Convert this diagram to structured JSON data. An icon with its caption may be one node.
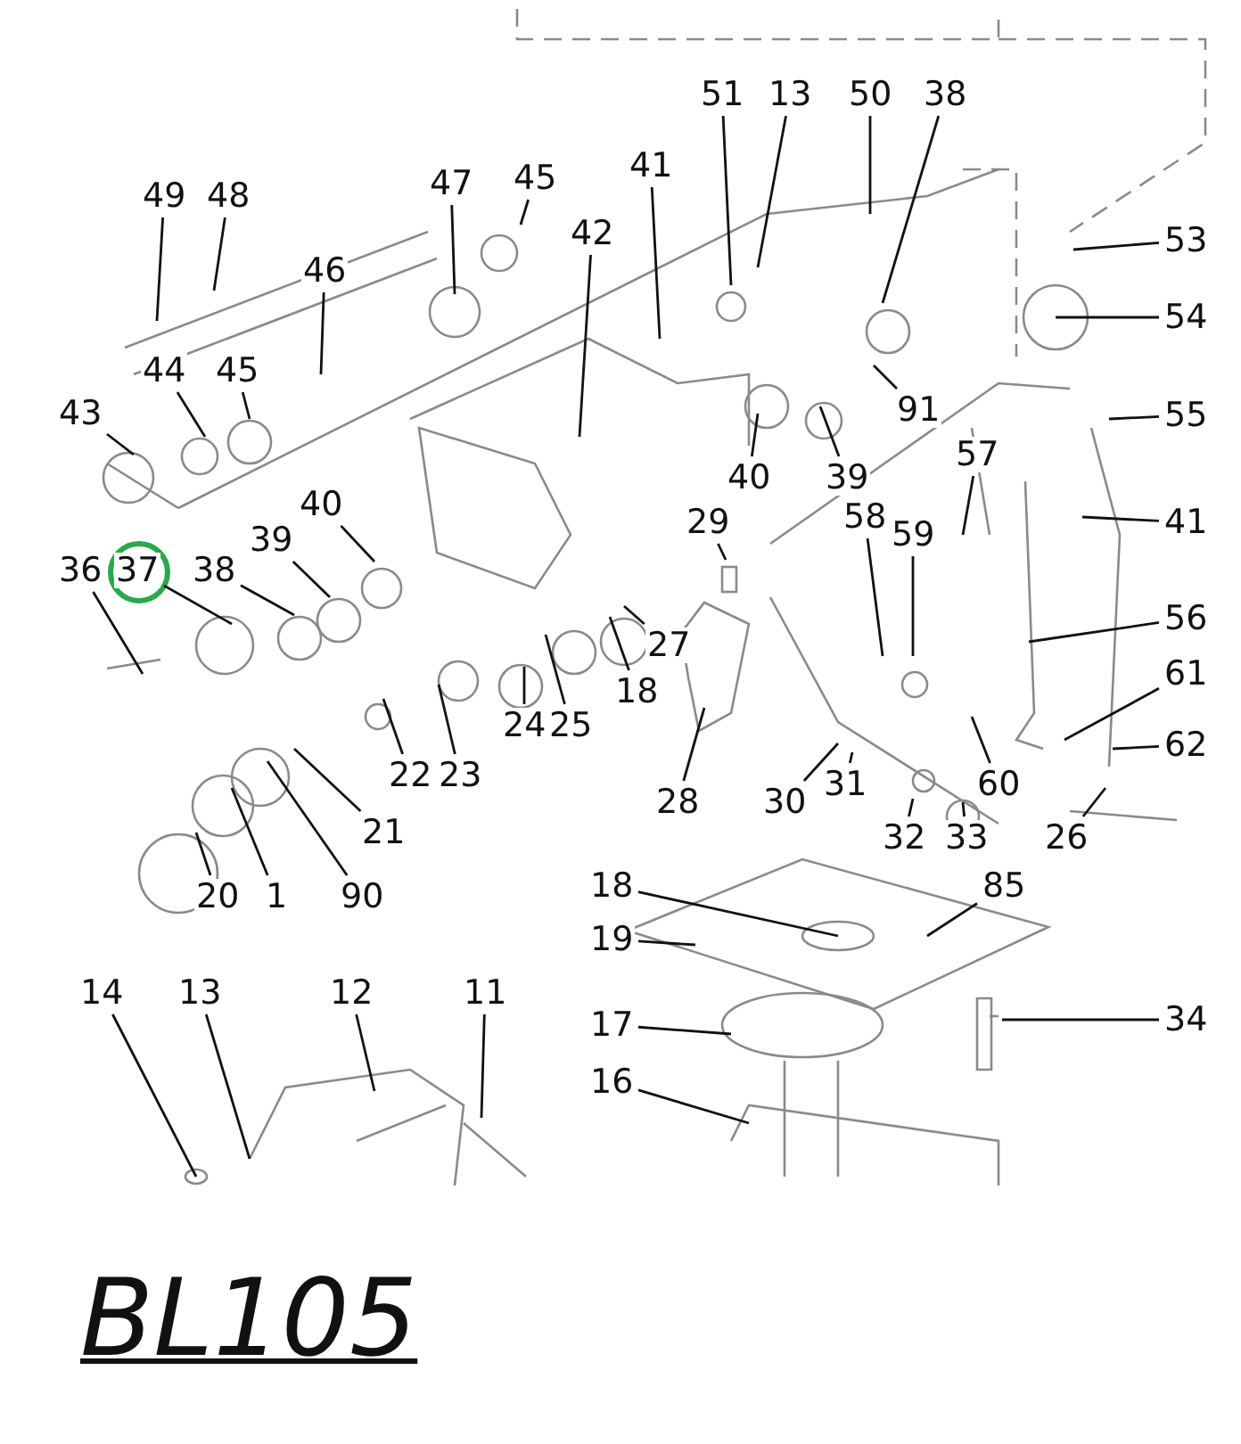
{
  "diagram": {
    "title": "BL105",
    "nodes": [
      {
        "text": [
          "51"
        ]
      },
      {
        "text": [
          "13"
        ]
      },
      {
        "text": [
          "50"
        ]
      },
      {
        "text": [
          "38"
        ]
      },
      {
        "text": [
          "41"
        ]
      },
      {
        "text": [
          "53"
        ]
      },
      {
        "text": [
          "54"
        ]
      },
      {
        "text": [
          "49"
        ]
      },
      {
        "text": [
          "48"
        ]
      },
      {
        "text": [
          "47"
        ]
      },
      {
        "text": [
          "45"
        ]
      },
      {
        "text": [
          "46"
        ]
      },
      {
        "text": [
          "42"
        ]
      },
      {
        "text": [
          "91"
        ]
      },
      {
        "text": [
          "55"
        ]
      },
      {
        "text": [
          "44"
        ]
      },
      {
        "text": [
          "45"
        ]
      },
      {
        "text": [
          "43"
        ]
      },
      {
        "text": [
          "39"
        ]
      },
      {
        "text": [
          "40"
        ]
      },
      {
        "text": [
          "57"
        ]
      },
      {
        "text": [
          "41"
        ]
      },
      {
        "text": [
          "29"
        ]
      },
      {
        "text": [
          "59"
        ]
      },
      {
        "text": [
          "58"
        ]
      },
      {
        "text": [
          "56"
        ]
      },
      {
        "text": [
          "36"
        ]
      },
      {
        "text": [
          "37"
        ]
      },
      {
        "text": [
          "38"
        ]
      },
      {
        "text": [
          "39"
        ]
      },
      {
        "text": [
          "40"
        ]
      },
      {
        "text": [
          "27"
        ]
      },
      {
        "text": [
          "18"
        ]
      },
      {
        "text": [
          "61"
        ]
      },
      {
        "text": [
          "62"
        ]
      },
      {
        "text": [
          "22"
        ]
      },
      {
        "text": [
          "23"
        ]
      },
      {
        "text": [
          "24"
        ]
      },
      {
        "text": [
          "25"
        ]
      },
      {
        "text": [
          "28"
        ]
      },
      {
        "text": [
          "30"
        ]
      },
      {
        "text": [
          "31"
        ]
      },
      {
        "text": [
          "32"
        ]
      },
      {
        "text": [
          "33"
        ]
      },
      {
        "text": [
          "60"
        ]
      },
      {
        "text": [
          "26"
        ]
      },
      {
        "text": [
          "21"
        ]
      },
      {
        "text": [
          "20"
        ]
      },
      {
        "text": [
          "1"
        ]
      },
      {
        "text": [
          "90"
        ]
      },
      {
        "text": [
          "18"
        ]
      },
      {
        "text": [
          "85"
        ]
      },
      {
        "text": [
          "19"
        ]
      },
      {
        "text": [
          "17"
        ]
      },
      {
        "text": [
          "34"
        ]
      },
      {
        "text": [
          "16"
        ]
      },
      {
        "text": [
          "14"
        ]
      },
      {
        "text": [
          "13"
        ]
      },
      {
        "text": [
          "12"
        ]
      },
      {
        "text": [
          "11"
        ]
      }
    ],
    "edges": [
      {
        "from": 0,
        "to": null,
        "arrow": "none"
      },
      {
        "from": 1,
        "to": null,
        "arrow": "none"
      },
      {
        "from": 2,
        "to": null,
        "arrow": "none"
      },
      {
        "from": 3,
        "to": null,
        "arrow": "none"
      },
      {
        "from": 4,
        "to": null,
        "arrow": "none"
      },
      {
        "from": 5,
        "to": null,
        "arrow": "none"
      },
      {
        "from": 6,
        "to": null,
        "arrow": "none"
      },
      {
        "from": 7,
        "to": null,
        "arrow": "none"
      },
      {
        "from": 8,
        "to": null,
        "arrow": "none"
      },
      {
        "from": 9,
        "to": null,
        "arrow": "none"
      },
      {
        "from": 10,
        "to": null,
        "arrow": "none"
      },
      {
        "from": 11,
        "to": null,
        "arrow": "none"
      },
      {
        "from": 12,
        "to": null,
        "arrow": "none"
      },
      {
        "from": 13,
        "to": null,
        "arrow": "none"
      },
      {
        "from": 14,
        "to": null,
        "arrow": "none"
      },
      {
        "from": 15,
        "to": null,
        "arrow": "none"
      },
      {
        "from": 16,
        "to": null,
        "arrow": "none"
      },
      {
        "from": 17,
        "to": null,
        "arrow": "none"
      },
      {
        "from": 18,
        "to": null,
        "arrow": "none"
      },
      {
        "from": 19,
        "to": null,
        "arrow": "none"
      },
      {
        "from": 20,
        "to": null,
        "arrow": "none"
      },
      {
        "from": 21,
        "to": null,
        "arrow": "none"
      },
      {
        "from": 22,
        "to": null,
        "arrow": "none"
      },
      {
        "from": 23,
        "to": null,
        "arrow": "none"
      },
      {
        "from": 24,
        "to": null,
        "arrow": "none"
      },
      {
        "from": 25,
        "to": null,
        "arrow": "none"
      },
      {
        "from": 26,
        "to": null,
        "arrow": "none"
      },
      {
        "from": 27,
        "to": null,
        "arrow": "none"
      },
      {
        "from": 28,
        "to": null,
        "arrow": "none"
      },
      {
        "from": 29,
        "to": null,
        "arrow": "none"
      },
      {
        "from": 30,
        "to": null,
        "arrow": "none"
      },
      {
        "from": 31,
        "to": null,
        "arrow": "none"
      },
      {
        "from": 32,
        "to": null,
        "arrow": "none"
      },
      {
        "from": 33,
        "to": null,
        "arrow": "none"
      },
      {
        "from": 34,
        "to": null,
        "arrow": "none"
      },
      {
        "from": 35,
        "to": null,
        "arrow": "none"
      },
      {
        "from": 36,
        "to": null,
        "arrow": "none"
      },
      {
        "from": 37,
        "to": null,
        "arrow": "none"
      },
      {
        "from": 38,
        "to": null,
        "arrow": "none"
      },
      {
        "from": 39,
        "to": null,
        "arrow": "none"
      },
      {
        "from": 40,
        "to": null,
        "arrow": "none"
      },
      {
        "from": 41,
        "to": null,
        "arrow": "none"
      },
      {
        "from": 42,
        "to": null,
        "arrow": "none"
      },
      {
        "from": 43,
        "to": null,
        "arrow": "none"
      },
      {
        "from": 44,
        "to": null,
        "arrow": "none"
      },
      {
        "from": 45,
        "to": null,
        "arrow": "none"
      },
      {
        "from": 46,
        "to": null,
        "arrow": "none"
      },
      {
        "from": 47,
        "to": null,
        "arrow": "none"
      },
      {
        "from": 48,
        "to": null,
        "arrow": "none"
      },
      {
        "from": 49,
        "to": null,
        "arrow": "none"
      },
      {
        "from": 50,
        "to": null,
        "arrow": "none"
      },
      {
        "from": 51,
        "to": null,
        "arrow": "none"
      },
      {
        "from": 52,
        "to": null,
        "arrow": "none"
      },
      {
        "from": 53,
        "to": null,
        "arrow": "none"
      },
      {
        "from": 54,
        "to": null,
        "arrow": "none"
      },
      {
        "from": 55,
        "to": null,
        "arrow": "none"
      },
      {
        "from": 56,
        "to": null,
        "arrow": "none"
      },
      {
        "from": 57,
        "to": null,
        "arrow": "none"
      },
      {
        "from": 58,
        "to": null,
        "arrow": "none"
      },
      {
        "from": 59,
        "to": null,
        "arrow": "none"
      }
    ]
  }
}
